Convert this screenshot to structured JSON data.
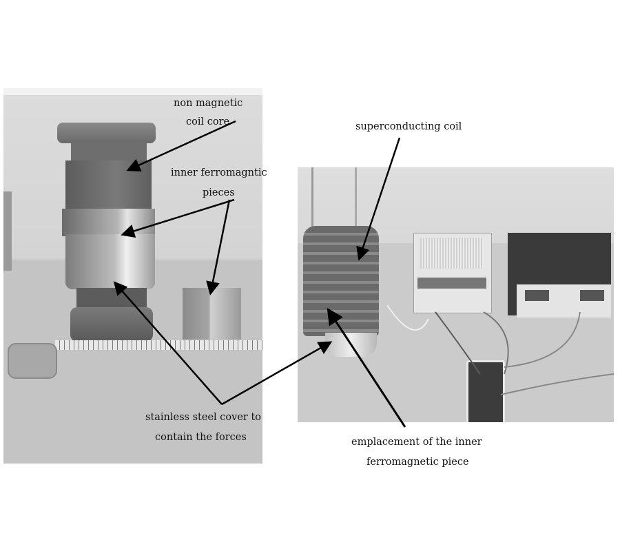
{
  "figure": {
    "left_panel": {
      "description": "Disassembled coil core assembly with ferromagnetic pieces and tape measure",
      "labels": {
        "coil_core_line1": "non magnetic",
        "coil_core_line2": "coil core",
        "ferro_line1": "inner ferromagntic",
        "ferro_line2": "pieces",
        "cover_line1": "stainless steel cover to",
        "cover_line2": "contain the forces"
      }
    },
    "right_panel": {
      "description": "Superconducting coil test setup with power supplies and multimeter",
      "labels": {
        "coil": "superconducting coil",
        "emplacement_line1": "emplacement of the inner",
        "emplacement_line2": "ferromagnetic piece"
      }
    }
  }
}
